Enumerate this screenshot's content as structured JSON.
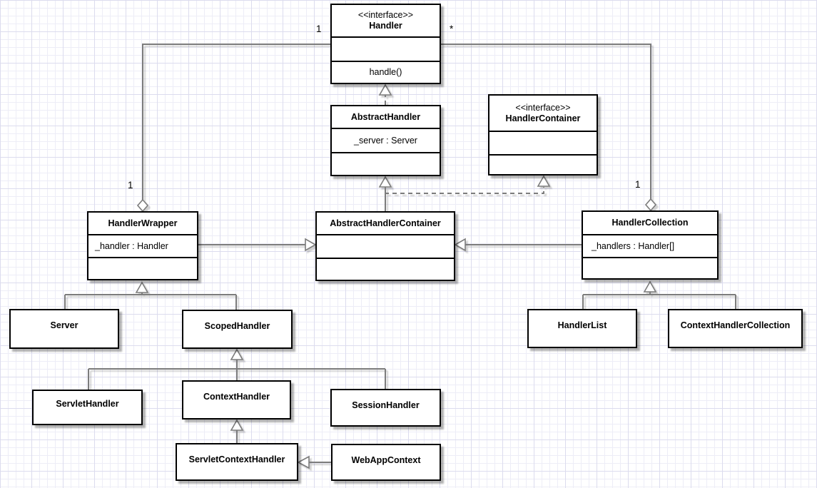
{
  "classes": {
    "handler": {
      "stereotype": "<<interface>>",
      "name": "Handler",
      "attributes": [],
      "methods": [
        "handle()"
      ]
    },
    "abstract_handler": {
      "name": "AbstractHandler",
      "attributes": [
        "_server : Server"
      ],
      "methods": []
    },
    "handler_container": {
      "stereotype": "<<interface>>",
      "name": "HandlerContainer",
      "attributes": [],
      "methods": []
    },
    "handler_wrapper": {
      "name": "HandlerWrapper",
      "attributes": [
        "_handler : Handler"
      ],
      "methods": []
    },
    "abstract_handler_container": {
      "name": "AbstractHandlerContainer",
      "attributes": [],
      "methods": []
    },
    "handler_collection": {
      "name": "HandlerCollection",
      "attributes": [
        "_handlers : Handler[]"
      ],
      "methods": []
    },
    "server": {
      "name": "Server"
    },
    "scoped_handler": {
      "name": "ScopedHandler"
    },
    "handler_list": {
      "name": "HandlerList"
    },
    "context_handler_collection": {
      "name": "ContextHandlerCollection"
    },
    "servlet_handler": {
      "name": "ServletHandler"
    },
    "context_handler": {
      "name": "ContextHandler"
    },
    "session_handler": {
      "name": "SessionHandler"
    },
    "servlet_context_handler": {
      "name": "ServletContextHandler"
    },
    "web_app_context": {
      "name": "WebAppContext"
    }
  },
  "multiplicity_labels": {
    "handler_wrapper_assoc_handler_end": "1",
    "handler_wrapper_assoc_diamond_end": "1",
    "handler_collection_assoc_handler_end": "*",
    "handler_collection_assoc_diamond_end": "1"
  },
  "relationships": [
    {
      "type": "aggregation",
      "owner": "HandlerWrapper",
      "part": "Handler",
      "owner_multiplicity": "1",
      "part_multiplicity": "1"
    },
    {
      "type": "aggregation",
      "owner": "HandlerCollection",
      "part": "Handler",
      "owner_multiplicity": "1",
      "part_multiplicity": "*"
    },
    {
      "type": "realization",
      "from": "AbstractHandler",
      "to": "Handler"
    },
    {
      "type": "generalization",
      "from": "AbstractHandlerContainer",
      "to": "AbstractHandler"
    },
    {
      "type": "realization",
      "from": "AbstractHandlerContainer",
      "to": "HandlerContainer"
    },
    {
      "type": "generalization",
      "from": "HandlerWrapper",
      "to": "AbstractHandlerContainer"
    },
    {
      "type": "generalization",
      "from": "HandlerCollection",
      "to": "AbstractHandlerContainer"
    },
    {
      "type": "generalization",
      "from": "Server",
      "to": "HandlerWrapper"
    },
    {
      "type": "generalization",
      "from": "ScopedHandler",
      "to": "HandlerWrapper"
    },
    {
      "type": "generalization",
      "from": "HandlerList",
      "to": "HandlerCollection"
    },
    {
      "type": "generalization",
      "from": "ContextHandlerCollection",
      "to": "HandlerCollection"
    },
    {
      "type": "generalization",
      "from": "ServletHandler",
      "to": "ScopedHandler"
    },
    {
      "type": "generalization",
      "from": "ContextHandler",
      "to": "ScopedHandler"
    },
    {
      "type": "generalization",
      "from": "SessionHandler",
      "to": "ScopedHandler"
    },
    {
      "type": "generalization",
      "from": "ServletContextHandler",
      "to": "ContextHandler"
    },
    {
      "type": "generalization",
      "from": "WebAppContext",
      "to": "ServletContextHandler"
    }
  ],
  "colors": {
    "box_fill": "#ffffff",
    "box_border": "#000000",
    "edge": "#7b7b7b",
    "grid_minor": "#ededf7",
    "grid_major": "#dcdcee"
  }
}
